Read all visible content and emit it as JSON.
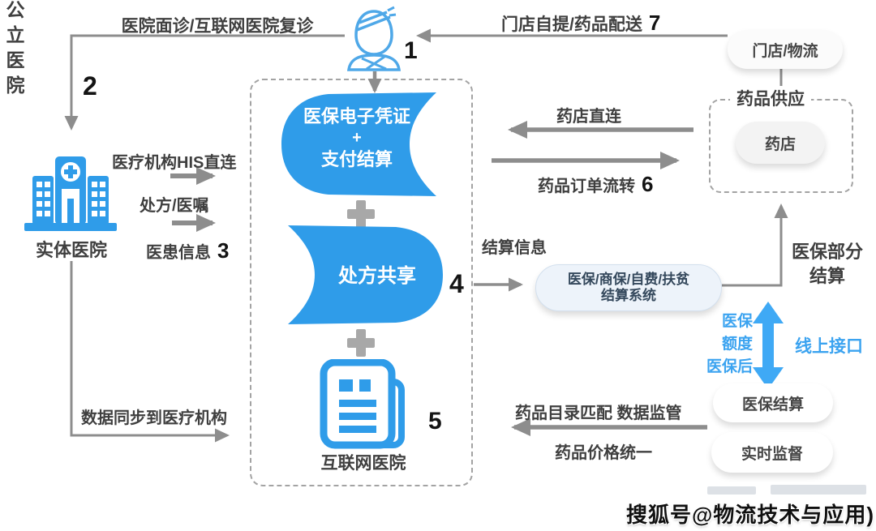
{
  "diagram": {
    "patient": {
      "number": "1"
    },
    "left": {
      "vertical_label": "公立医院",
      "step2": "2",
      "hospital_label": "实体医院",
      "edge_top": "医院面诊/互联网医院复诊",
      "his": "医疗机构HIS直连",
      "rx": "处方/医嘱",
      "info": "医患信息",
      "step3": "3",
      "sync": "数据同步到医疗机构"
    },
    "center": {
      "card1_line1": "医保电子凭证",
      "card1_plus": "+",
      "card1_line2": "支付结算",
      "card2": "处方共享",
      "step4": "4",
      "internet_hospital": "互联网医院",
      "step5": "5"
    },
    "right_top": {
      "pickup": "门店自提/药品配送",
      "step7": "7",
      "store_pill": "门店/物流",
      "supply_title": "药品供应",
      "pharmacy_pill": "药店",
      "direct": "药店直连",
      "order": "药品订单流转",
      "step6": "6"
    },
    "right_mid": {
      "settle_info": "结算信息",
      "pill_line1": "医保/商保/自费/扶贫",
      "pill_line2": "结算系统",
      "partial_line1": "医保部分",
      "partial_line2": "结算",
      "quota_l1": "医保",
      "quota_l2": "额度",
      "quota_l3": "医保后",
      "online": "线上接口",
      "settle_pill": "医保结算",
      "monitor_pill": "实时监督"
    },
    "bottom": {
      "catalog": "药品目录匹配  数据监管",
      "price": "药品价格统一"
    },
    "watermark": "搜狐号@物流技术与应用)"
  },
  "colors": {
    "accent_blue": "#2f9ce9",
    "arrow_blue": "#3fa9f5",
    "line_gray": "#8d8d8d",
    "text_gray": "#3f3f3f"
  }
}
